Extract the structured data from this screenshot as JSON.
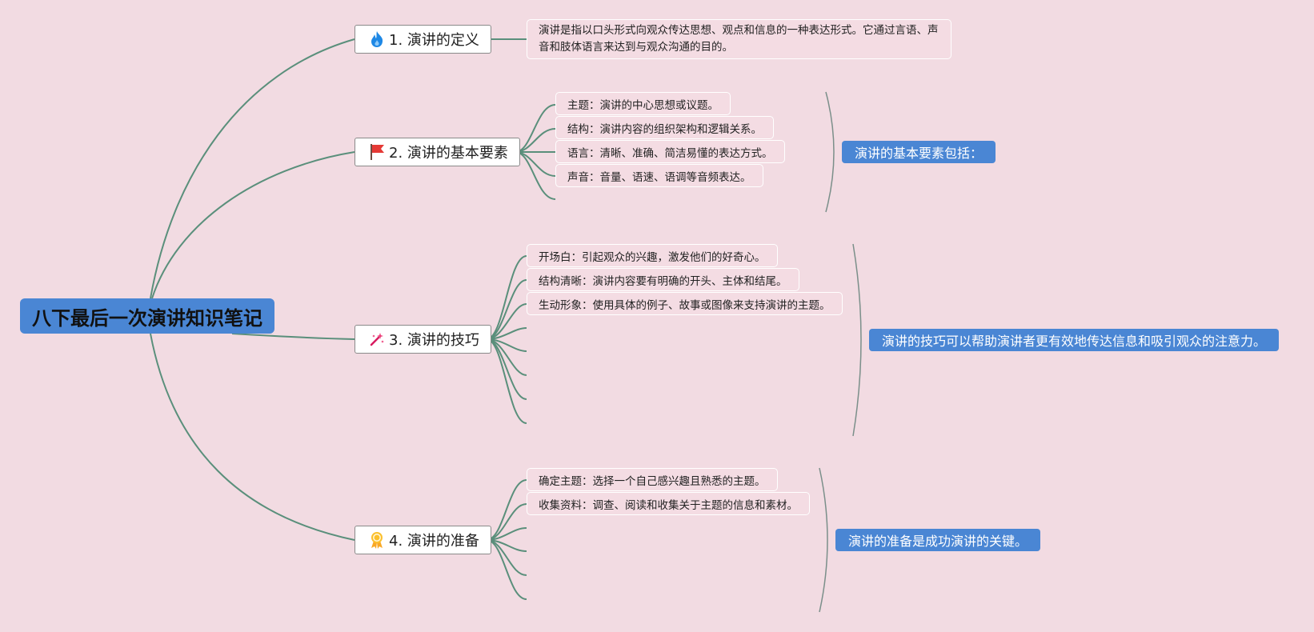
{
  "root": {
    "title": "八下最后一次演讲知识笔记"
  },
  "branches": [
    {
      "label": "1. 演讲的定义",
      "icon": "fire-icon",
      "items": [
        "演讲是指以口头形式向观众传达思想、观点和信息的一种表达形式。它通过言语、声音和肢体语言来达到与观众沟通的目的。"
      ]
    },
    {
      "label": "2. 演讲的基本要素",
      "icon": "red-flag-icon",
      "items": [
        "主题：演讲的中心思想或议题。",
        "结构：演讲内容的组织架构和逻辑关系。",
        "语言：清晰、准确、简洁易懂的表达方式。",
        "声音：音量、语速、语调等音频表达。"
      ],
      "summary": "演讲的基本要素包括："
    },
    {
      "label": "3. 演讲的技巧",
      "icon": "magic-wand-icon",
      "items": [
        "开场白：引起观众的兴趣，激发他们的好奇心。",
        "结构清晰：演讲内容要有明确的开头、主体和结尾。",
        "生动形象：使用具体的例子、故事或图像来支持演讲的主题。"
      ],
      "summary": "演讲的技巧可以帮助演讲者更有效地传达信息和吸引观众的注意力。"
    },
    {
      "label": "4. 演讲的准备",
      "icon": "award-ribbon-icon",
      "items": [
        "确定主题：选择一个自己感兴趣且熟悉的主题。",
        "收集资料：调查、阅读和收集关于主题的信息和素材。"
      ],
      "summary": "演讲的准备是成功演讲的关键。"
    }
  ],
  "colors": {
    "background": "#f2dbe2",
    "accent": "#4a86d4",
    "connector": "#5a8f7b"
  }
}
